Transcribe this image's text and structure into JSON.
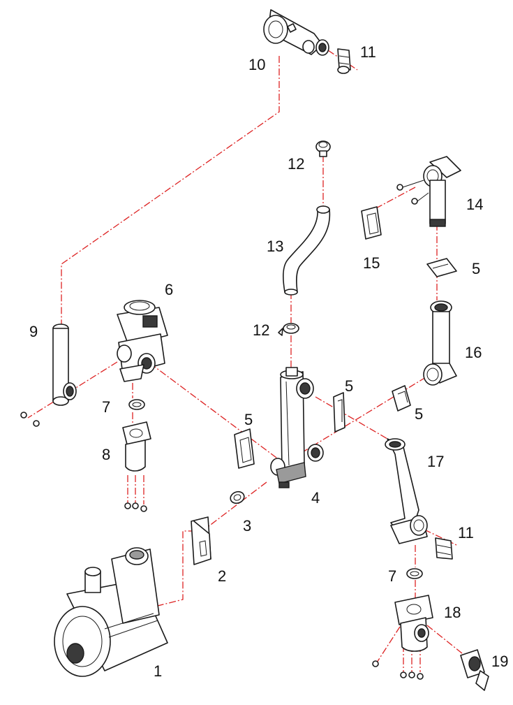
{
  "colors": {
    "leader_line": "#dd2222",
    "line_art": "#1a1a1a",
    "background": "#ffffff"
  },
  "callouts": {
    "c1": "1",
    "c2": "2",
    "c3": "3",
    "c4": "4",
    "c5a": "5",
    "c5b": "5",
    "c5c": "5",
    "c5d": "5",
    "c6": "6",
    "c7a": "7",
    "c7b": "7",
    "c8": "8",
    "c9": "9",
    "c10": "10",
    "c11a": "11",
    "c11b": "11",
    "c12a": "12",
    "c12b": "12",
    "c13": "13",
    "c14": "14",
    "c15": "15",
    "c16": "16",
    "c17": "17",
    "c18": "18",
    "c19": "19"
  }
}
